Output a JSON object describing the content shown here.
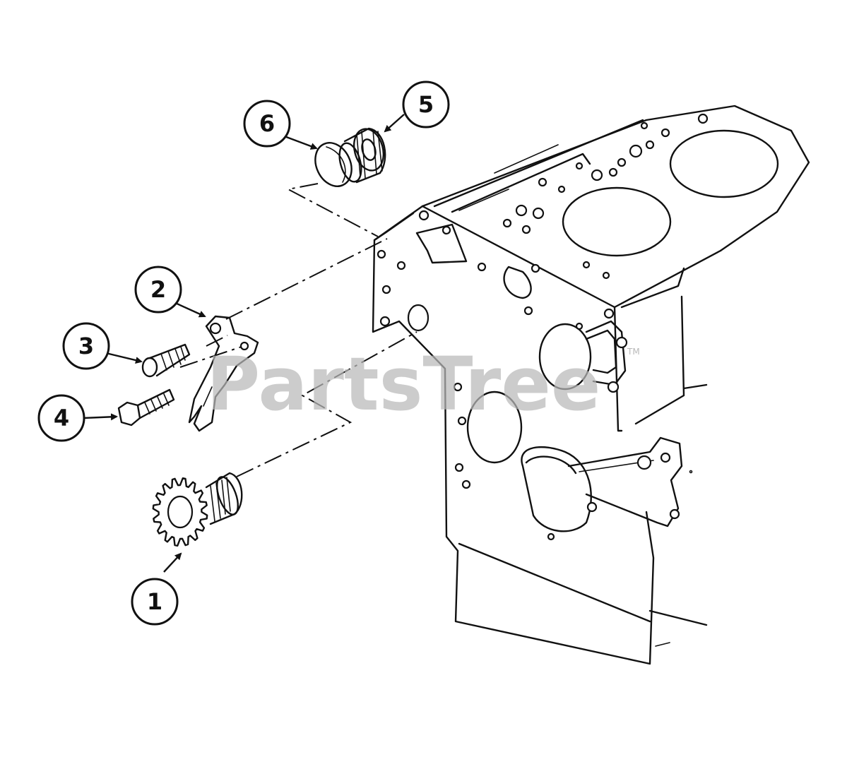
{
  "callouts": [
    {
      "id": "1",
      "label": "1"
    },
    {
      "id": "2",
      "label": "2"
    },
    {
      "id": "3",
      "label": "3"
    },
    {
      "id": "4",
      "label": "4"
    },
    {
      "id": "5",
      "label": "5"
    },
    {
      "id": "6",
      "label": "6"
    }
  ],
  "watermark": {
    "text": "PartsTree",
    "trademark": "TM"
  }
}
